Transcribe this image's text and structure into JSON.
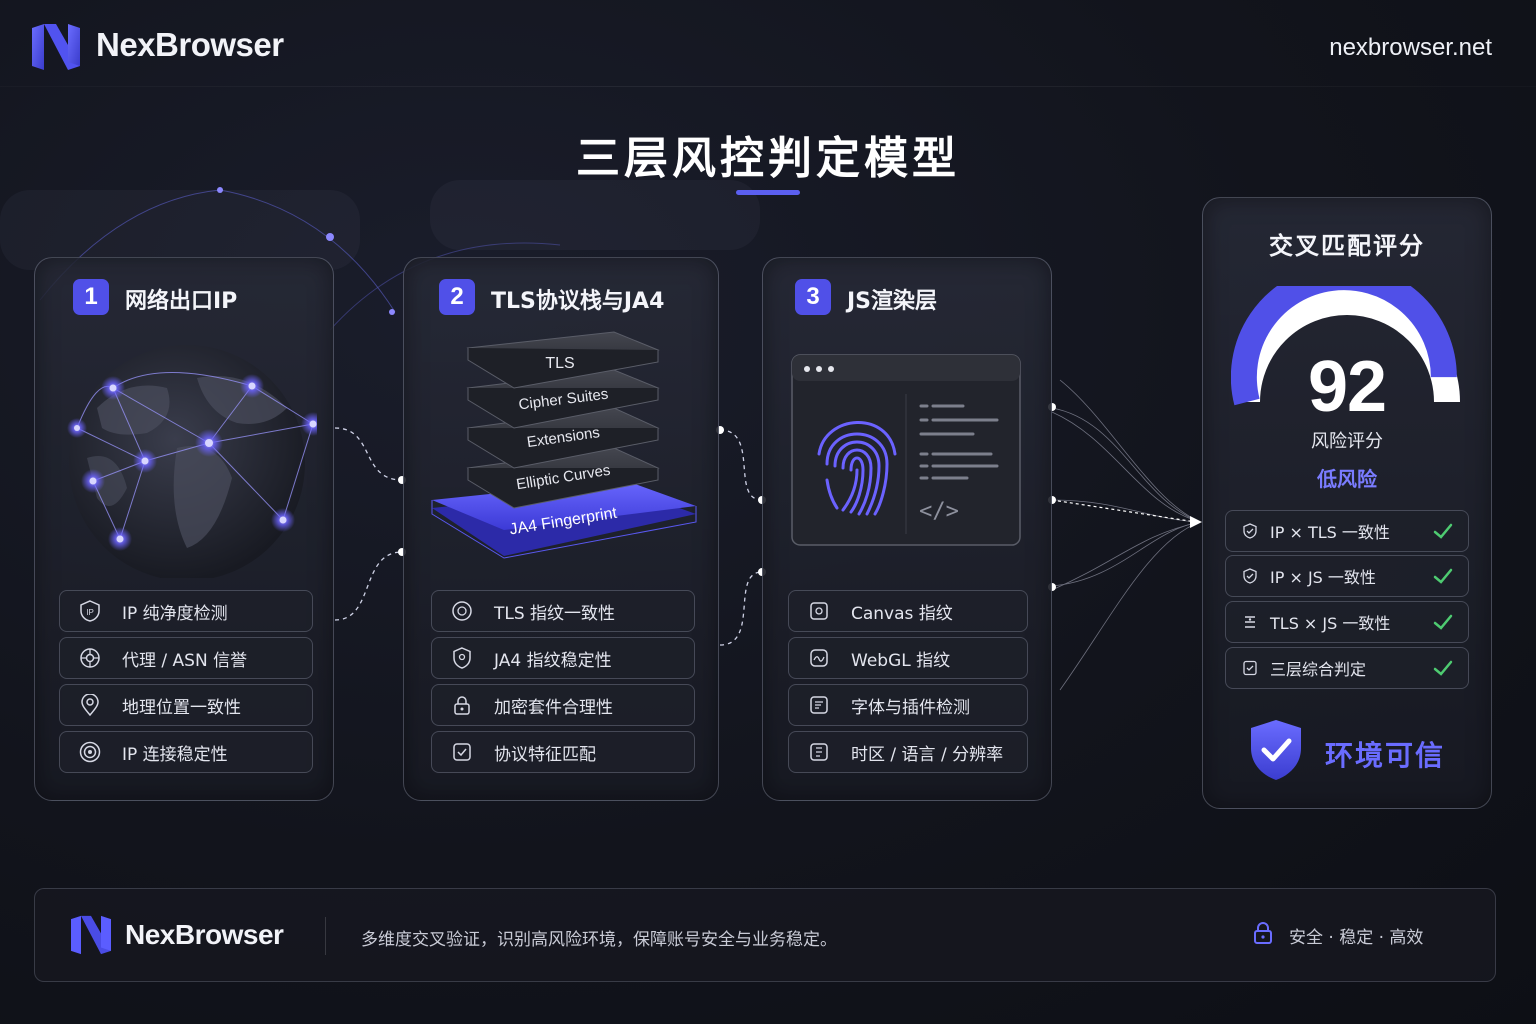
{
  "header": {
    "brand": "NexBrowser",
    "site": "nexbrowser.net"
  },
  "title": "三层风控判定模型",
  "panels": [
    {
      "num": "1",
      "title": "网络出口IP",
      "items": [
        {
          "icon": "ip-icon",
          "label": "IP 纯净度检测"
        },
        {
          "icon": "proxy-icon",
          "label": "代理 / ASN 信誉"
        },
        {
          "icon": "location-pin-icon",
          "label": "地理位置一致性"
        },
        {
          "icon": "signal-icon",
          "label": "IP 连接稳定性"
        }
      ]
    },
    {
      "num": "2",
      "title": "TLS协议栈与JA4",
      "stack": [
        "TLS",
        "Cipher Suites",
        "Extensions",
        "Elliptic Curves",
        "JA4 Fingerprint"
      ],
      "items": [
        {
          "icon": "fingerprint-small-icon",
          "label": "TLS 指纹一致性"
        },
        {
          "icon": "shield-icon",
          "label": "JA4 指纹稳定性"
        },
        {
          "icon": "lock-icon",
          "label": "加密套件合理性"
        },
        {
          "icon": "match-icon",
          "label": "协议特征匹配"
        }
      ]
    },
    {
      "num": "3",
      "title": "JS渲染层",
      "items": [
        {
          "icon": "canvas-icon",
          "label": "Canvas 指纹"
        },
        {
          "icon": "webgl-icon",
          "label": "WebGL 指纹"
        },
        {
          "icon": "font-icon",
          "label": "字体与插件检测"
        },
        {
          "icon": "timezone-icon",
          "label": "时区 / 语言 / 分辨率"
        }
      ]
    }
  ],
  "score": {
    "title": "交叉匹配评分",
    "value": "92",
    "gauge_fraction": 0.92,
    "label": "风险评分",
    "level": "低风险",
    "checks": [
      {
        "icon": "shield-check-icon",
        "label": "IP × TLS 一致性"
      },
      {
        "icon": "shield-check-icon",
        "label": "IP × JS 一致性"
      },
      {
        "icon": "layers-icon",
        "label": "TLS × JS 一致性"
      },
      {
        "icon": "doc-check-icon",
        "label": "三层综合判定"
      }
    ],
    "trust": "环境可信"
  },
  "footer": {
    "brand": "NexBrowser",
    "text": "多维度交叉验证，识别高风险环境，保障账号安全与业务稳定。",
    "tags": "安全 · 稳定 · 高效"
  },
  "colors": {
    "accent": "#5050e8",
    "accent_light": "#7a7cff",
    "check": "#4ecb71",
    "background": "#12141c"
  }
}
